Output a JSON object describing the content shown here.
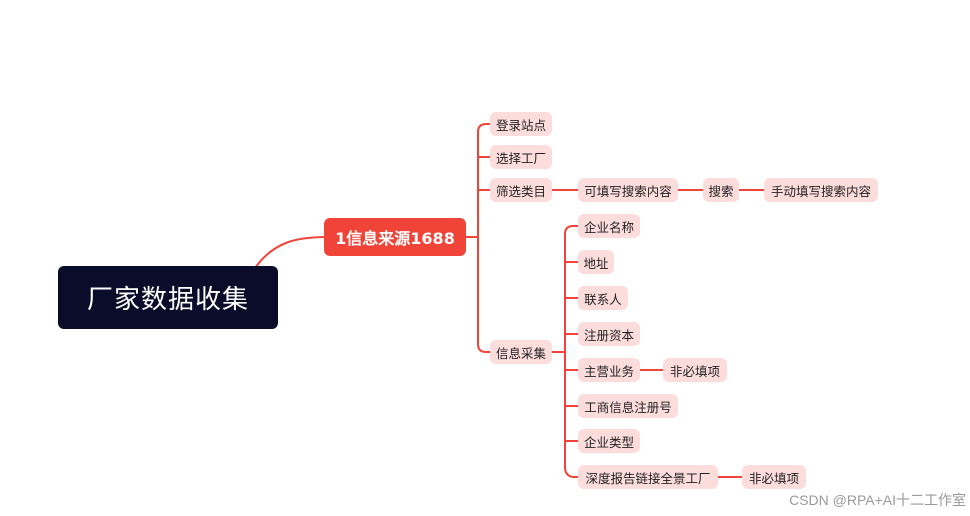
{
  "root": {
    "label": "厂家数据收集"
  },
  "main": {
    "label": "1信息来源1688"
  },
  "branches": {
    "login": "登录站点",
    "select_factory": "选择工厂",
    "filter": "筛选类目",
    "collect": "信息采集"
  },
  "filter_chain": {
    "input": "可填写搜索内容",
    "search": "搜索",
    "manual": "手动填写搜索内容"
  },
  "collect_items": {
    "name": "企业名称",
    "address": "地址",
    "contact": "联系人",
    "capital": "注册资本",
    "business": "主营业务",
    "reg_no": "工商信息注册号",
    "type": "企业类型",
    "report": "深度报告链接全景工厂"
  },
  "optional": {
    "business": "非必填项",
    "report": "非必填项"
  },
  "watermark": "CSDN @RPA+AI十二工作室",
  "colors": {
    "root": "#0b0b2a",
    "main": "#f04438",
    "leaf": "#fddcdc",
    "line": "#f04438"
  }
}
